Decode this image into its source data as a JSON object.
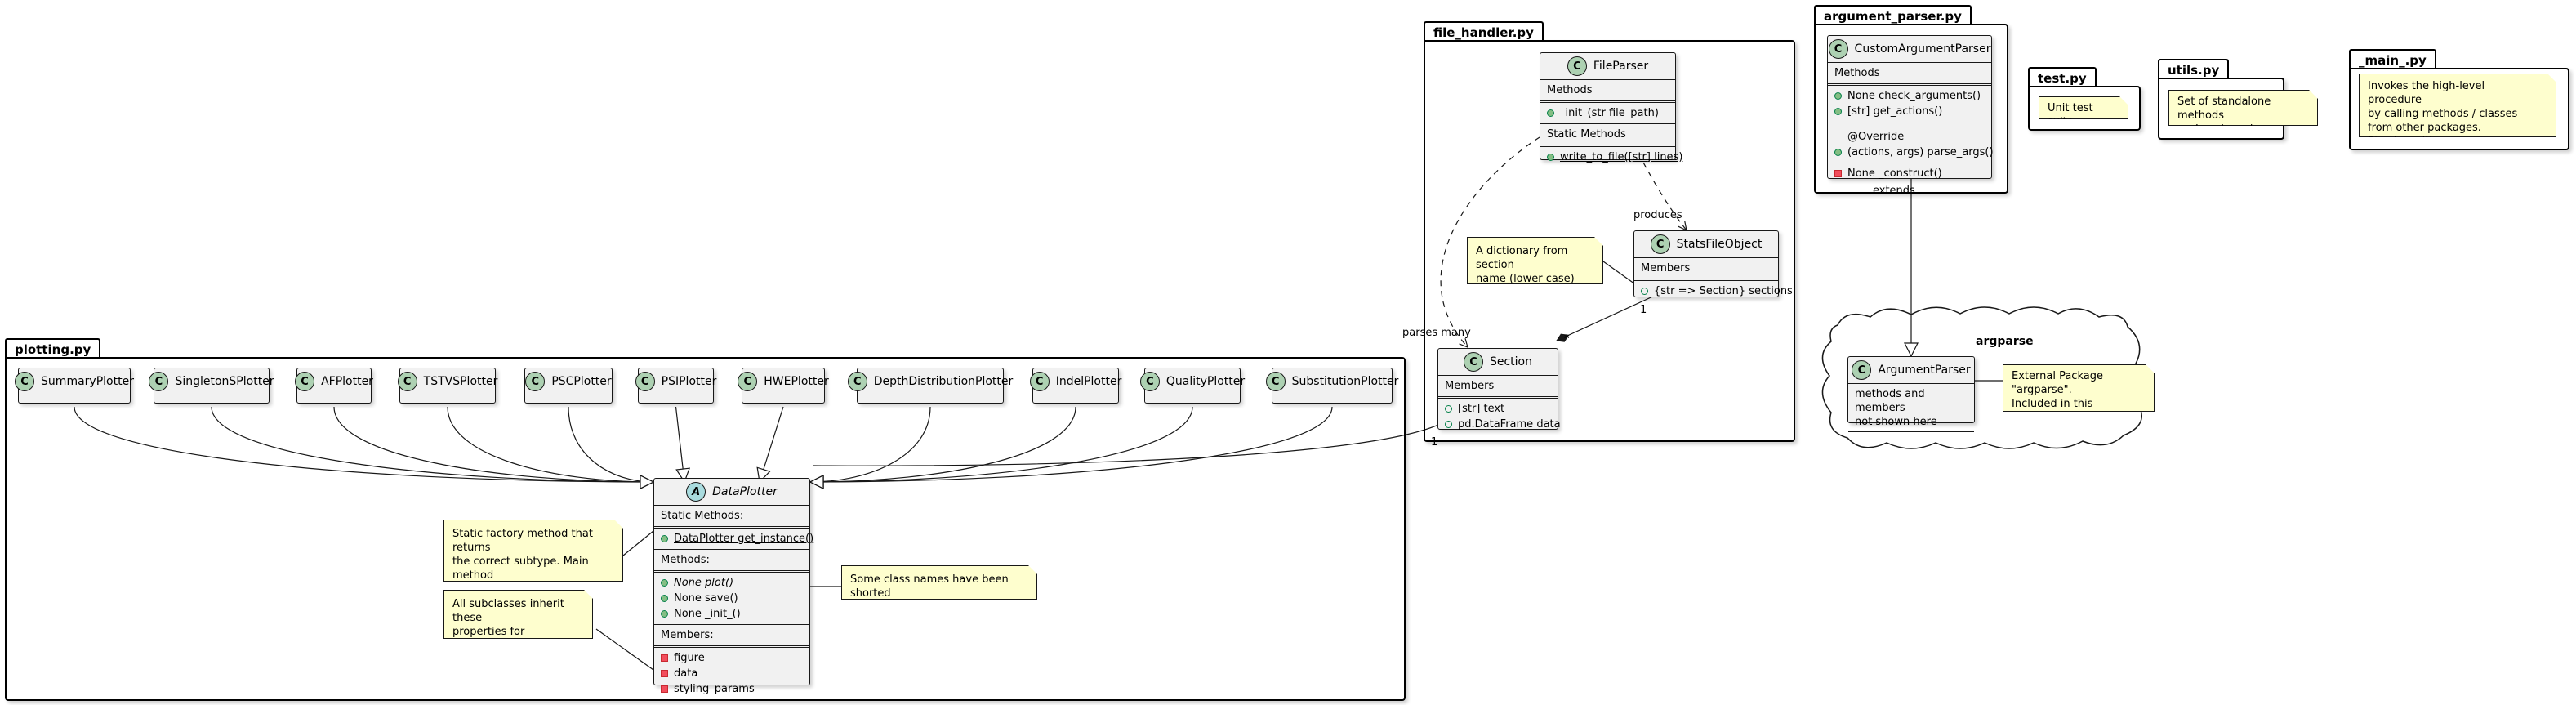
{
  "packages": {
    "plotting": "plotting.py",
    "file_handler": "file_handler.py",
    "argument_parser": "argument_parser.py",
    "test": "test.py",
    "utils": "utils.py",
    "main": "_main_.py",
    "argparse": "argparse"
  },
  "plotter_classes": [
    "SummaryPlotter",
    "SingletonSPlotter",
    "AFPlotter",
    "TSTVSPlotter",
    "PSCPlotter",
    "PSIPlotter",
    "HWEPlotter",
    "DepthDistributionPlotter",
    "IndelPlotter",
    "QualityPlotter",
    "SubstitutionPlotter"
  ],
  "data_plotter": {
    "name": "DataPlotter",
    "static_header": "Static Methods:",
    "static_method": "DataPlotter get_instance()",
    "methods_header": "Methods:",
    "methods": [
      "None plot()",
      "None save()",
      "None _init_()"
    ],
    "members_header": "Members:",
    "members": [
      "figure",
      "data",
      "styling_params"
    ]
  },
  "file_parser": {
    "name": "FileParser",
    "methods_header": "Methods",
    "methods": [
      "_init_(str file_path)"
    ],
    "static_header": "Static Methods",
    "static_methods": [
      "write_to_file([str] lines)"
    ]
  },
  "stats_file_object": {
    "name": "StatsFileObject",
    "members_header": "Members",
    "members": [
      "{str => Section} sections"
    ]
  },
  "section": {
    "name": "Section",
    "members_header": "Members",
    "members": [
      "[str] text",
      "pd.DataFrame data"
    ]
  },
  "custom_argument_parser": {
    "name": "CustomArgumentParser",
    "methods_header": "Methods",
    "methods": [
      "None check_arguments()",
      "[str] get_actions()"
    ],
    "override": "@Override",
    "override_method": "(actions, args) parse_args()",
    "private_method": "None _construct()"
  },
  "argument_parser": {
    "name": "ArgumentParser",
    "text": "methods and members\nnot shown here"
  },
  "notes": {
    "factory": "Static factory method that returns\nthe correct subtype. Main method\ngets an instance for every type of\nplot the user wants.",
    "inherit": "All subclasses inherit these\nproperties for consistent\nplots.",
    "shorted": "Some class names have been shorted\nin comparison with source.",
    "dictionary": "A dictionary from section\nname (lower case)\nto the section.",
    "test": "Unit test suite.",
    "utils": "Set of standalone methods\nsuch as 'warn' or 'error'.",
    "main": "Invokes the high-level procedure\nby calling methods / classes\nfrom other packages.\n Starting with CustomArgumentParser",
    "argparse": "External Package \"argparse\".\nIncluded in this diagram for\nillustrative purposes."
  },
  "relation_labels": {
    "produces": "produces",
    "parses_many": "parses many",
    "extends": "extends",
    "many": "*",
    "one": "1",
    "one_b": "1"
  },
  "colors": {
    "class_fill": "#f1f1f1",
    "class_badge": "#add1b2",
    "abstract_badge": "#a9dcdf",
    "note_fill": "#fefece",
    "border": "#181818"
  }
}
